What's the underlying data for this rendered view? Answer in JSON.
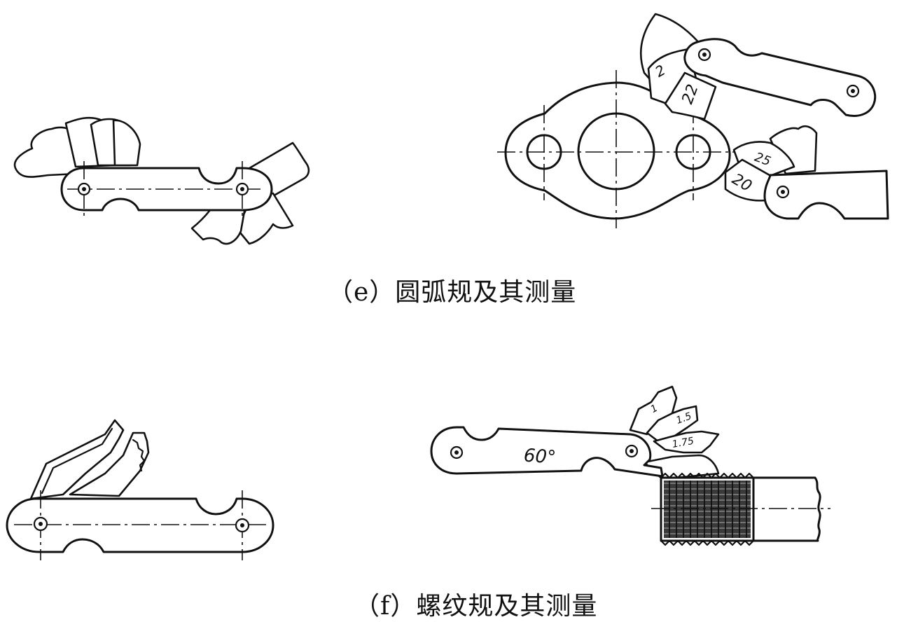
{
  "captions": {
    "e": "（e）圆弧规及其测量",
    "f": "（f）螺纹规及其测量"
  },
  "radius_gauge_labels": {
    "upper_blade_a": "2",
    "upper_blade_b": "22",
    "lower_blade_a": "25",
    "lower_blade_b": "20"
  },
  "thread_gauge_labels": {
    "body_angle": "60°",
    "leaf_1": "1",
    "leaf_2": "1.5",
    "leaf_3": "1.75"
  }
}
